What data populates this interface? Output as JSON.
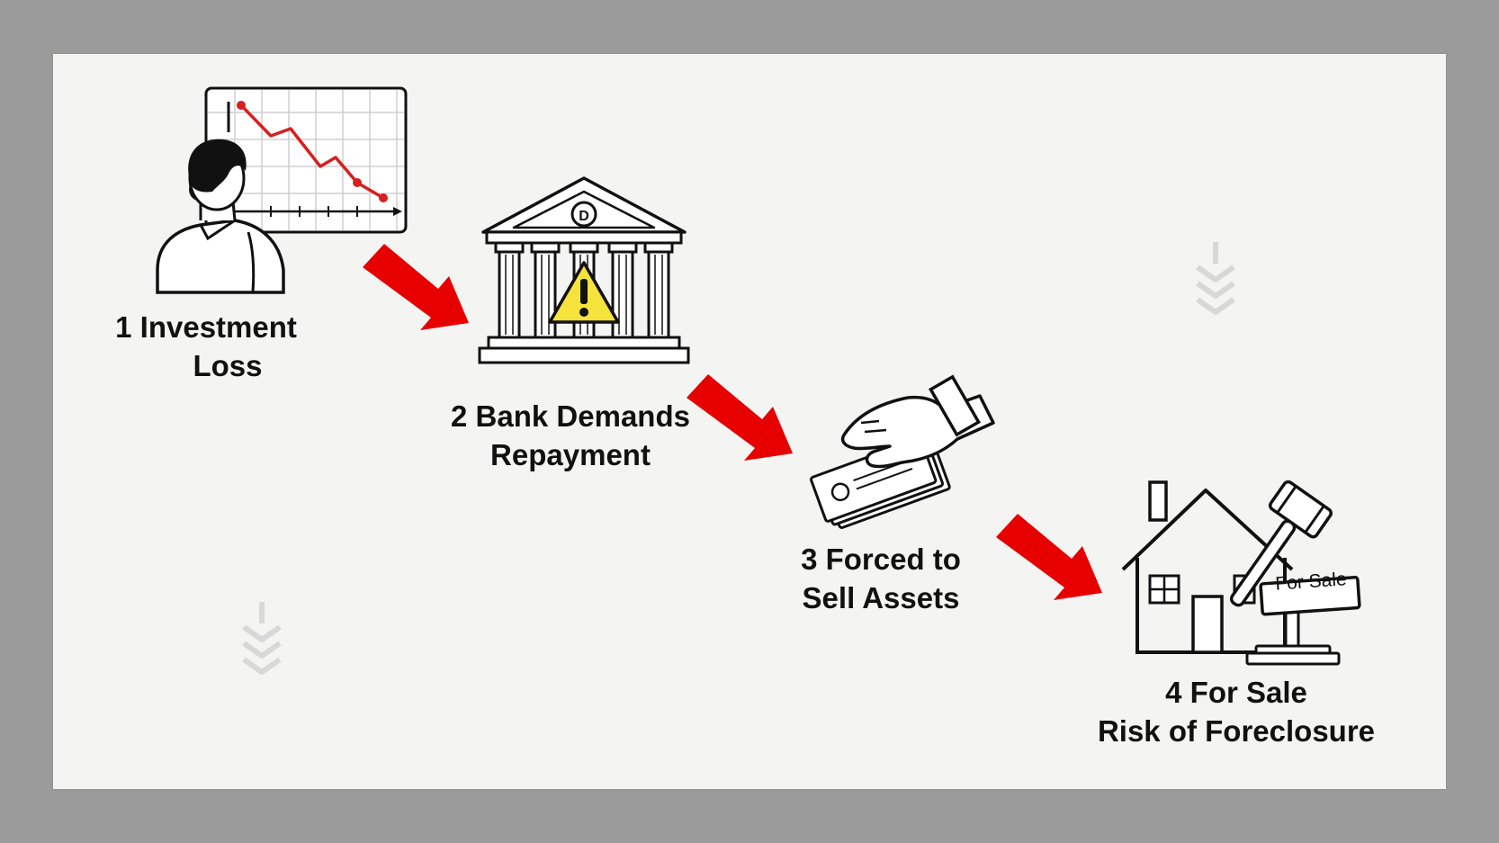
{
  "steps": [
    {
      "number": "1",
      "line1": "Investment",
      "line2": "Loss",
      "icon": "investor-chart-icon"
    },
    {
      "number": "2",
      "line1": "Bank Demands",
      "line2": "Repayment",
      "icon": "bank-warning-icon"
    },
    {
      "number": "3",
      "line1": "Forced to",
      "line2": "Sell Assets",
      "icon": "hand-money-icon"
    },
    {
      "number": "4",
      "line1": "For Sale",
      "line2": "Risk of Foreclosure",
      "icon": "house-gavel-icon"
    }
  ],
  "sign_text": "For Sale",
  "colors": {
    "arrow": "#e60000",
    "chart_line": "#d42020",
    "warning": "#f5e23a",
    "ink": "#111111",
    "faint_glyph": "#d8d8d8"
  }
}
